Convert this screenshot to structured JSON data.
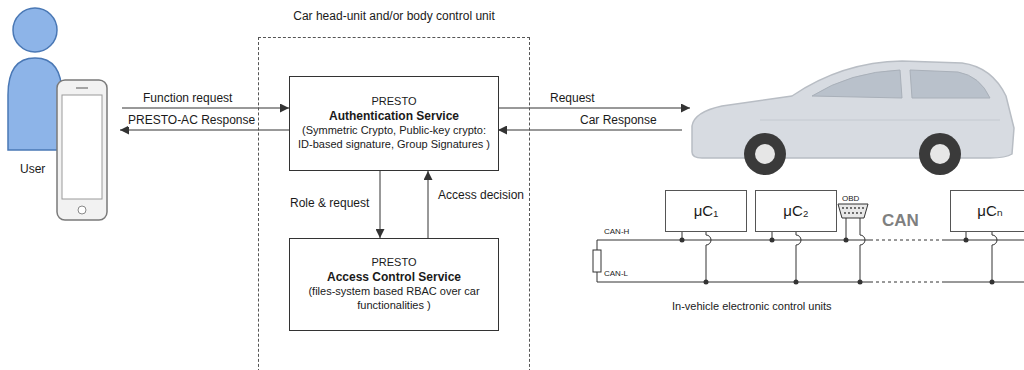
{
  "diagram": {
    "nodes": [
      {
        "text": [
          "User"
        ]
      },
      {
        "text": [
          "Car head-unit and/or body control unit"
        ]
      },
      {
        "text": [
          "PRESTO",
          "Authentication Service",
          "(Symmetric Crypto, Public-key crypto: ID-based signature, Group Signatures )"
        ],
        "in": 1
      },
      {
        "text": [
          "PRESTO",
          "Access Control Service",
          "(files-system based RBAC over car functionalities )"
        ],
        "in": 1
      },
      {
        "text": [
          "μC₁"
        ]
      },
      {
        "text": [
          "μC₂"
        ]
      },
      {
        "text": [
          "μCₙ"
        ]
      }
    ],
    "edges": [
      {
        "from": 0,
        "to": 2,
        "label": "Function request",
        "arrow": "to"
      },
      {
        "from": 2,
        "to": 0,
        "label": "PRESTO-AC Response",
        "arrow": "to"
      },
      {
        "from": 2,
        "to": 3,
        "label": "Role & request",
        "arrow": "to"
      },
      {
        "from": 3,
        "to": 2,
        "label": "Access decision",
        "arrow": "to"
      }
    ],
    "labels": [
      "Request",
      "Car Response",
      "OBD",
      "CAN",
      "CAN-H",
      "CAN-L",
      "In-vehicle electronic control units"
    ]
  }
}
